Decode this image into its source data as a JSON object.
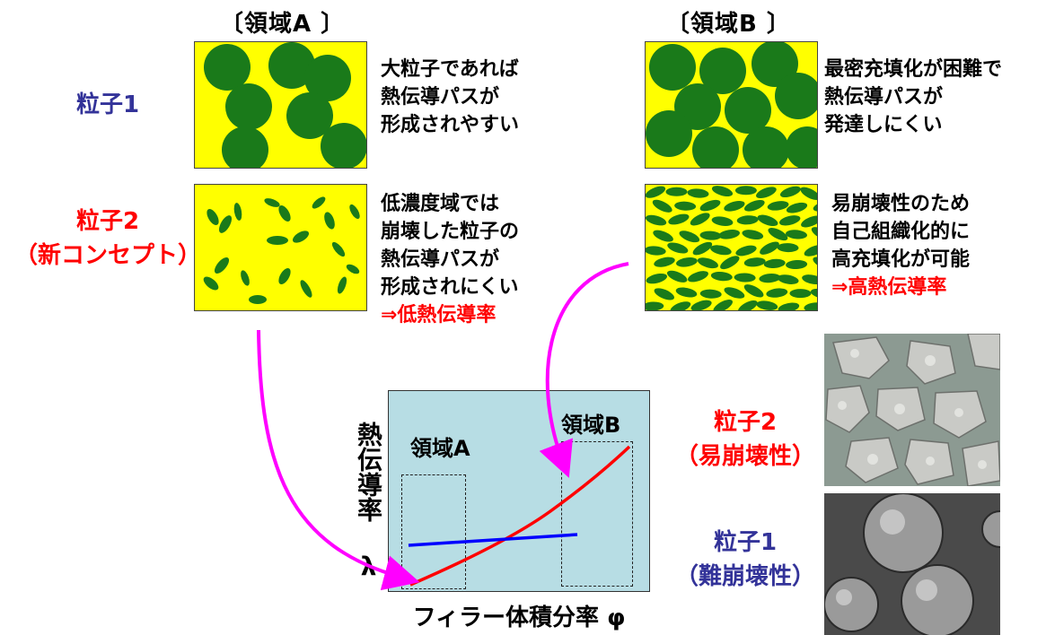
{
  "headers": {
    "region_a": "〔領域A 〕",
    "region_b": "〔領域B 〕"
  },
  "particles": {
    "p1_label": "粒子1",
    "p2_label_line1": "粒子2",
    "p2_label_line2": "（新コンセプト）"
  },
  "descriptions": {
    "a1": [
      "大粒子であれば",
      "熱伝導パスが",
      "形成されやすい"
    ],
    "a2": [
      "低濃度域では",
      "崩壊した粒子の",
      "熱伝導パスが",
      "形成されにくい"
    ],
    "a2_result": "⇒低熱伝導率",
    "b1": [
      "最密充填化が困難で",
      "熱伝導パスが",
      "発達しにくい"
    ],
    "b2": [
      "易崩壊性のため",
      "自己組織化的に",
      "高充填化が可能"
    ],
    "b2_result": "⇒高熱伝導率"
  },
  "photos": {
    "p2_line1": "粒子2",
    "p2_line2": "（易崩壊性）",
    "p1_line1": "粒子1",
    "p1_line2": "（難崩壊性）"
  },
  "chart_data": {
    "type": "line",
    "xlabel": "フィラー体積分率 φ",
    "ylabel": "熱伝導率 λ",
    "regions": [
      "領域A",
      "領域B"
    ],
    "series": [
      {
        "color": "#ff0000",
        "description": "particle 2 curve, low in region A rising steeply in region B"
      },
      {
        "color": "#0000ff",
        "description": "particle 1 line, moderate and nearly flat"
      }
    ]
  },
  "colors": {
    "box_fill": "#ffff00",
    "particle_green": "#1a7a1a",
    "chart_bg": "#b7dde4",
    "arrow": "#ff00ff",
    "red_text": "#ff0000",
    "blue_text": "#333399"
  }
}
